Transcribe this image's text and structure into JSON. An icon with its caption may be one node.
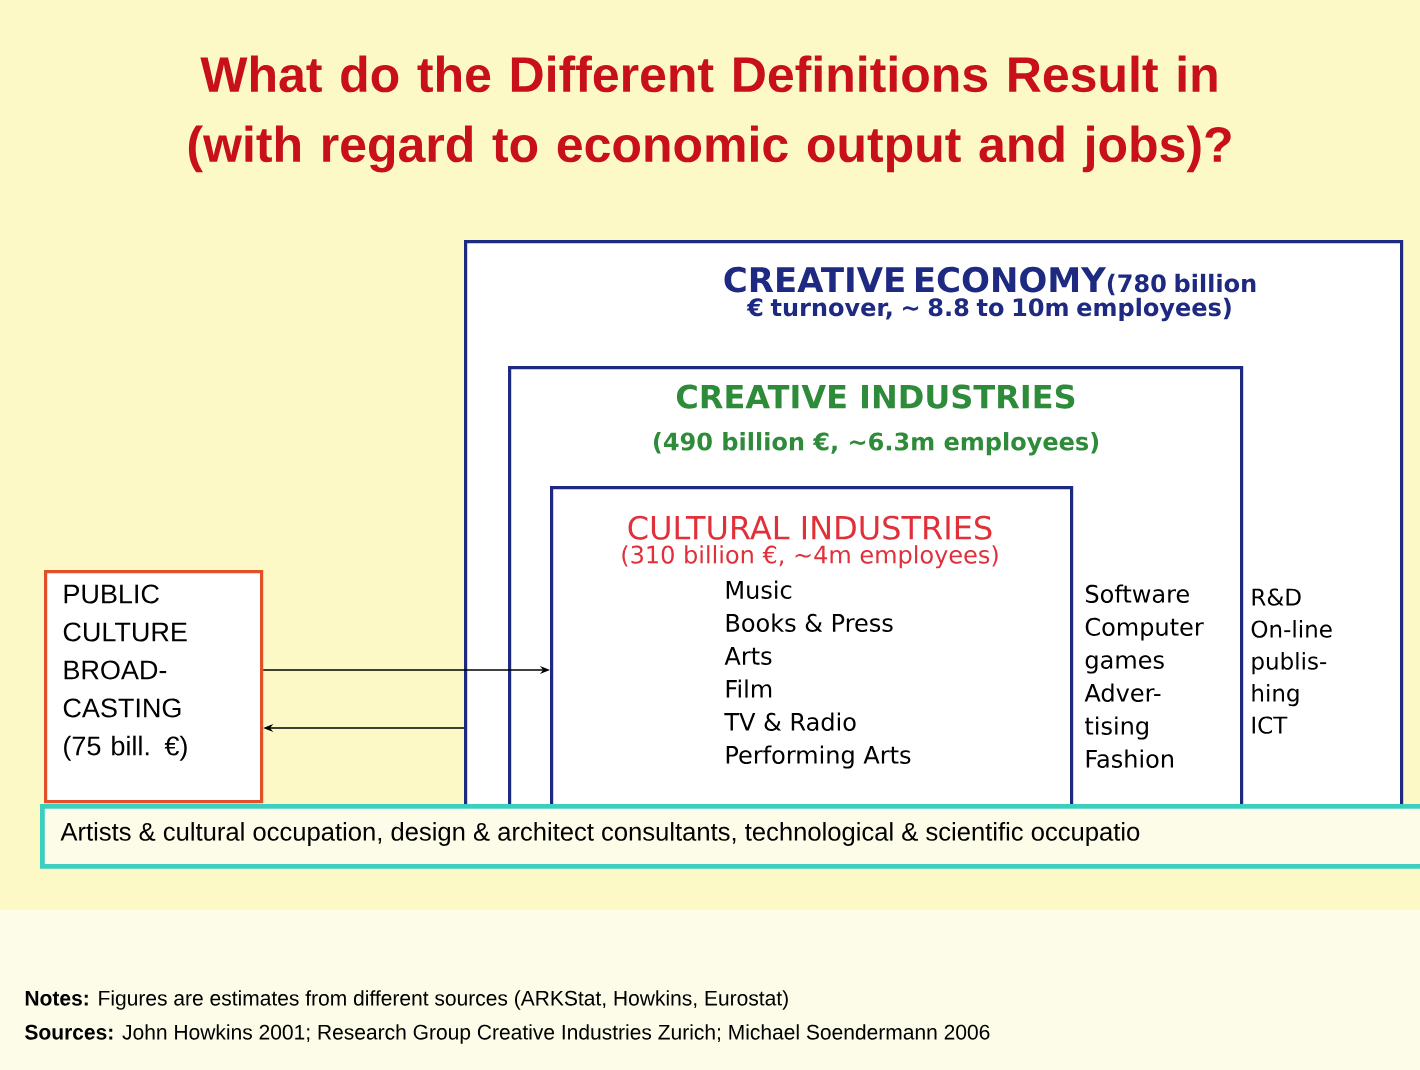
{
  "diagram": {
    "title": "What do the Different Definitions Result in (with regard to economic output and jobs)?",
    "nodes": [
      {
        "text": [
          "CREATIVE ECONOMY",
          "(780 billion € turnover, ~ 8.8 to 10m employees)",
          "R&D On-line publis- hing ICT"
        ]
      },
      {
        "text": [
          "CREATIVE INDUSTRIES",
          "(490 billion €, ~6.3m employees)",
          "Software Computer games Adver- tising Fashion"
        ],
        "in": 0
      },
      {
        "text": [
          "CULTURAL INDUSTRIES",
          "(310 billion €, ~4m employees)",
          "Music",
          "Books & Press",
          "Arts",
          "Film",
          "TV & Radio",
          "Performing Arts"
        ],
        "in": 1
      },
      {
        "text": [
          "PUBLIC CULTURE BROAD- CASTING (75 bill. €)"
        ]
      },
      {
        "text": [
          "Artists & cultural occupation, design & architect consultants, technological & scientific occupatio"
        ]
      }
    ],
    "edges": [
      {
        "from": 3,
        "to": 2,
        "arrow": "to"
      },
      {
        "from": 0,
        "to": 3,
        "arrow": "to"
      }
    ],
    "labels": [
      "**Notes:** Figures are estimates from different sources (ARKStat, Howkins, Eurostat)",
      "**Sources:** John Howkins 2001; Research Group Creative Industries Zurich; Michael Soendermann 2006"
    ]
  }
}
